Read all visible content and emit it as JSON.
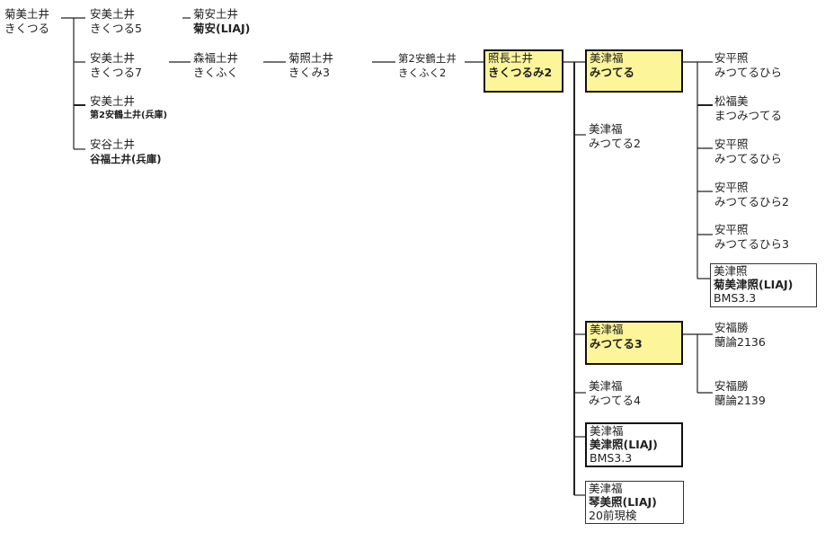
{
  "nodes": {
    "n0": {
      "line1": "菊美土井",
      "line2": "きくつる"
    },
    "n1": {
      "line1": "安美土井",
      "line2": "きくつる5"
    },
    "n2": {
      "line1": "菊安土井",
      "line2": "菊安(LIAJ)"
    },
    "n3": {
      "line1": "安美土井",
      "line2": "きくつる7"
    },
    "n4": {
      "line1": "森福土井",
      "line2": "きくふく"
    },
    "n5": {
      "line1": "菊照土井",
      "line2": "きくみ3"
    },
    "n6": {
      "line1": "第2安鶴土井",
      "line2": "きくふく2"
    },
    "n7": {
      "line1": "照長土井",
      "line2": "きくつるみ2"
    },
    "n8": {
      "line1": "美津福",
      "line2": "みつてる"
    },
    "n9": {
      "line1": "安美土井",
      "line2": "第2安鶴土井(兵庫)"
    },
    "n10": {
      "line1": "安谷土井",
      "line2": "谷福土井(兵庫)"
    },
    "n11": {
      "line1": "美津福",
      "line2": "みつてる2"
    },
    "r1": {
      "line1": "安平照",
      "line2": "みつてるひら"
    },
    "r2": {
      "line1": "松福美",
      "line2": "まつみつてる"
    },
    "r3": {
      "line1": "安平照",
      "line2": "みつてるひら"
    },
    "r4": {
      "line1": "安平照",
      "line2": "みつてるひら2"
    },
    "r5": {
      "line1": "安平照",
      "line2": "みつてるひら3"
    },
    "r6": {
      "line1": "美津照",
      "line2": "菊美津照(LIAJ)",
      "line3": "BMS3.3"
    },
    "m3": {
      "line1": "美津福",
      "line2": "みつてる3"
    },
    "s1": {
      "line1": "安福勝",
      "line2": "蘭論2136"
    },
    "s2": {
      "line1": "安福勝",
      "line2": "蘭論2139"
    },
    "m4": {
      "line1": "美津福",
      "line2": "みつてる4"
    },
    "m5": {
      "line1": "美津福",
      "line2": "美津照(LIAJ)",
      "line3": "BMS3.3"
    },
    "m6": {
      "line1": "美津福",
      "line2": "琴美照(LIAJ)",
      "line3": "20前現検"
    }
  },
  "colors": {
    "highlight": "#fdf59a",
    "line": "#222222"
  }
}
